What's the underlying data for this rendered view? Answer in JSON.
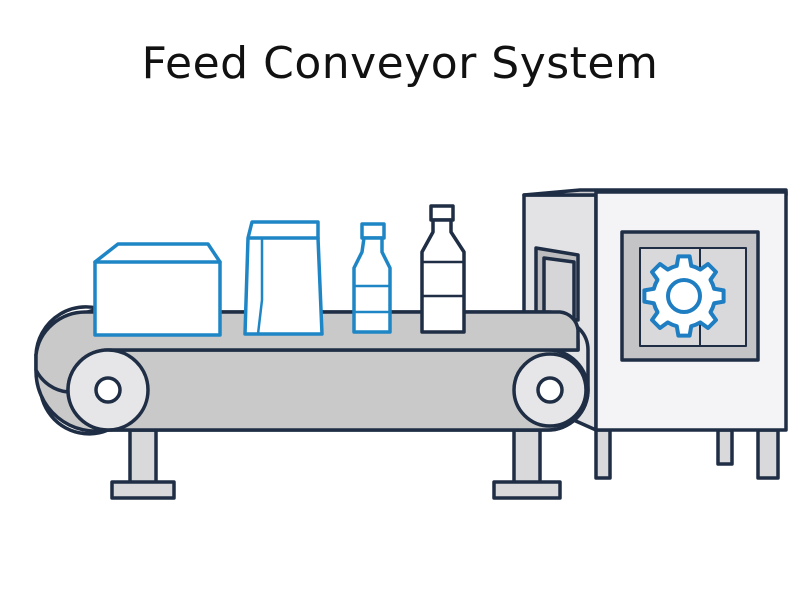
{
  "title": "Feed Conveyor System",
  "colors": {
    "outline": "#1f2e45",
    "belt": "#c9c9c9",
    "machine": "#e3e3e6",
    "machine_dark": "#bdbdbf",
    "window": "#c4c4c6",
    "product": "#1f86c6",
    "gear": "#1f7ec2",
    "background": "#ffffff"
  },
  "products": [
    {
      "name": "box",
      "color": "product"
    },
    {
      "name": "bag",
      "color": "product"
    },
    {
      "name": "bottle-small",
      "color": "product"
    },
    {
      "name": "bottle-large",
      "color": "outline"
    }
  ],
  "machine": {
    "icon": "gear-icon"
  }
}
